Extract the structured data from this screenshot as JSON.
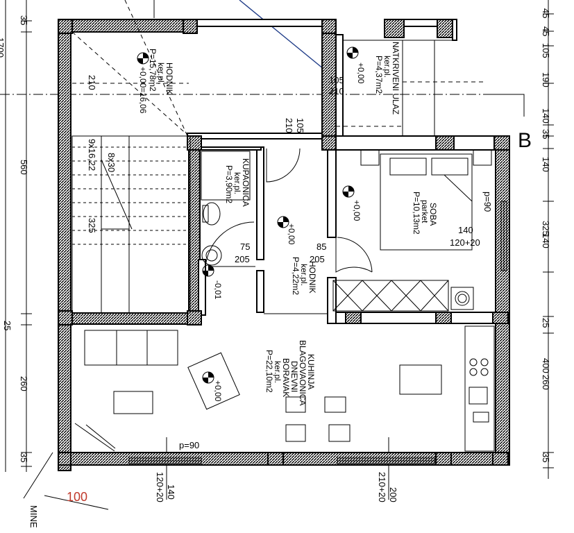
{
  "marker_label": "B",
  "scale_label": "100",
  "corner_text": "MINE",
  "rooms": {
    "hodnik_top": [
      "HODNIK",
      "ker.pl.",
      "P=15,78m2"
    ],
    "ulaz": [
      "NATKRIVENI ULAZ",
      "ker.pl.",
      "P=4,37m2"
    ],
    "kupaonica": [
      "KUPAONICA",
      "ker.pl.",
      "P=3,90m2"
    ],
    "hodnik_mid": [
      "HODNIK",
      "ker.pl.",
      "P=4,22m2"
    ],
    "soba": [
      "SOBA",
      "parket",
      "P=10,13m2"
    ],
    "kuhinja": [
      "KUHINJA",
      "BLAGOVAONICA",
      "DNEVNI",
      "BORAVAK",
      "ker.pl.",
      "P=22,10m2"
    ]
  },
  "levels": {
    "hodnik_top": "+0,00=16,06",
    "ulaz": "+0,00",
    "hodnik_mid": "+0,00",
    "soba": "+0,00",
    "kuhinja": "+0,00",
    "kupaonica": "-0,01"
  },
  "stairs": {
    "count": "9x16,22",
    "tread": "8x30",
    "length": "325"
  },
  "left_dims": [
    "1700",
    "35",
    "560",
    "25",
    "260",
    "35"
  ],
  "right_dims": [
    "45",
    "45",
    "105",
    "190",
    "140",
    "35",
    "140",
    "325",
    "140",
    "25",
    "400",
    "260",
    "35"
  ],
  "openings": {
    "hall_top": [
      "105",
      "210"
    ],
    "hall_mid": [
      "105",
      "210"
    ],
    "bath_door": [
      "75",
      "205"
    ],
    "room_door": [
      "85",
      "205"
    ],
    "soba_window": [
      "140",
      "120+20"
    ],
    "soba_sill": "p=90",
    "living_sill": "p=90",
    "bottom_win_1": [
      "140",
      "120+20"
    ],
    "bottom_win_2": [
      "200",
      "210+20"
    ],
    "top_dim": "210"
  }
}
